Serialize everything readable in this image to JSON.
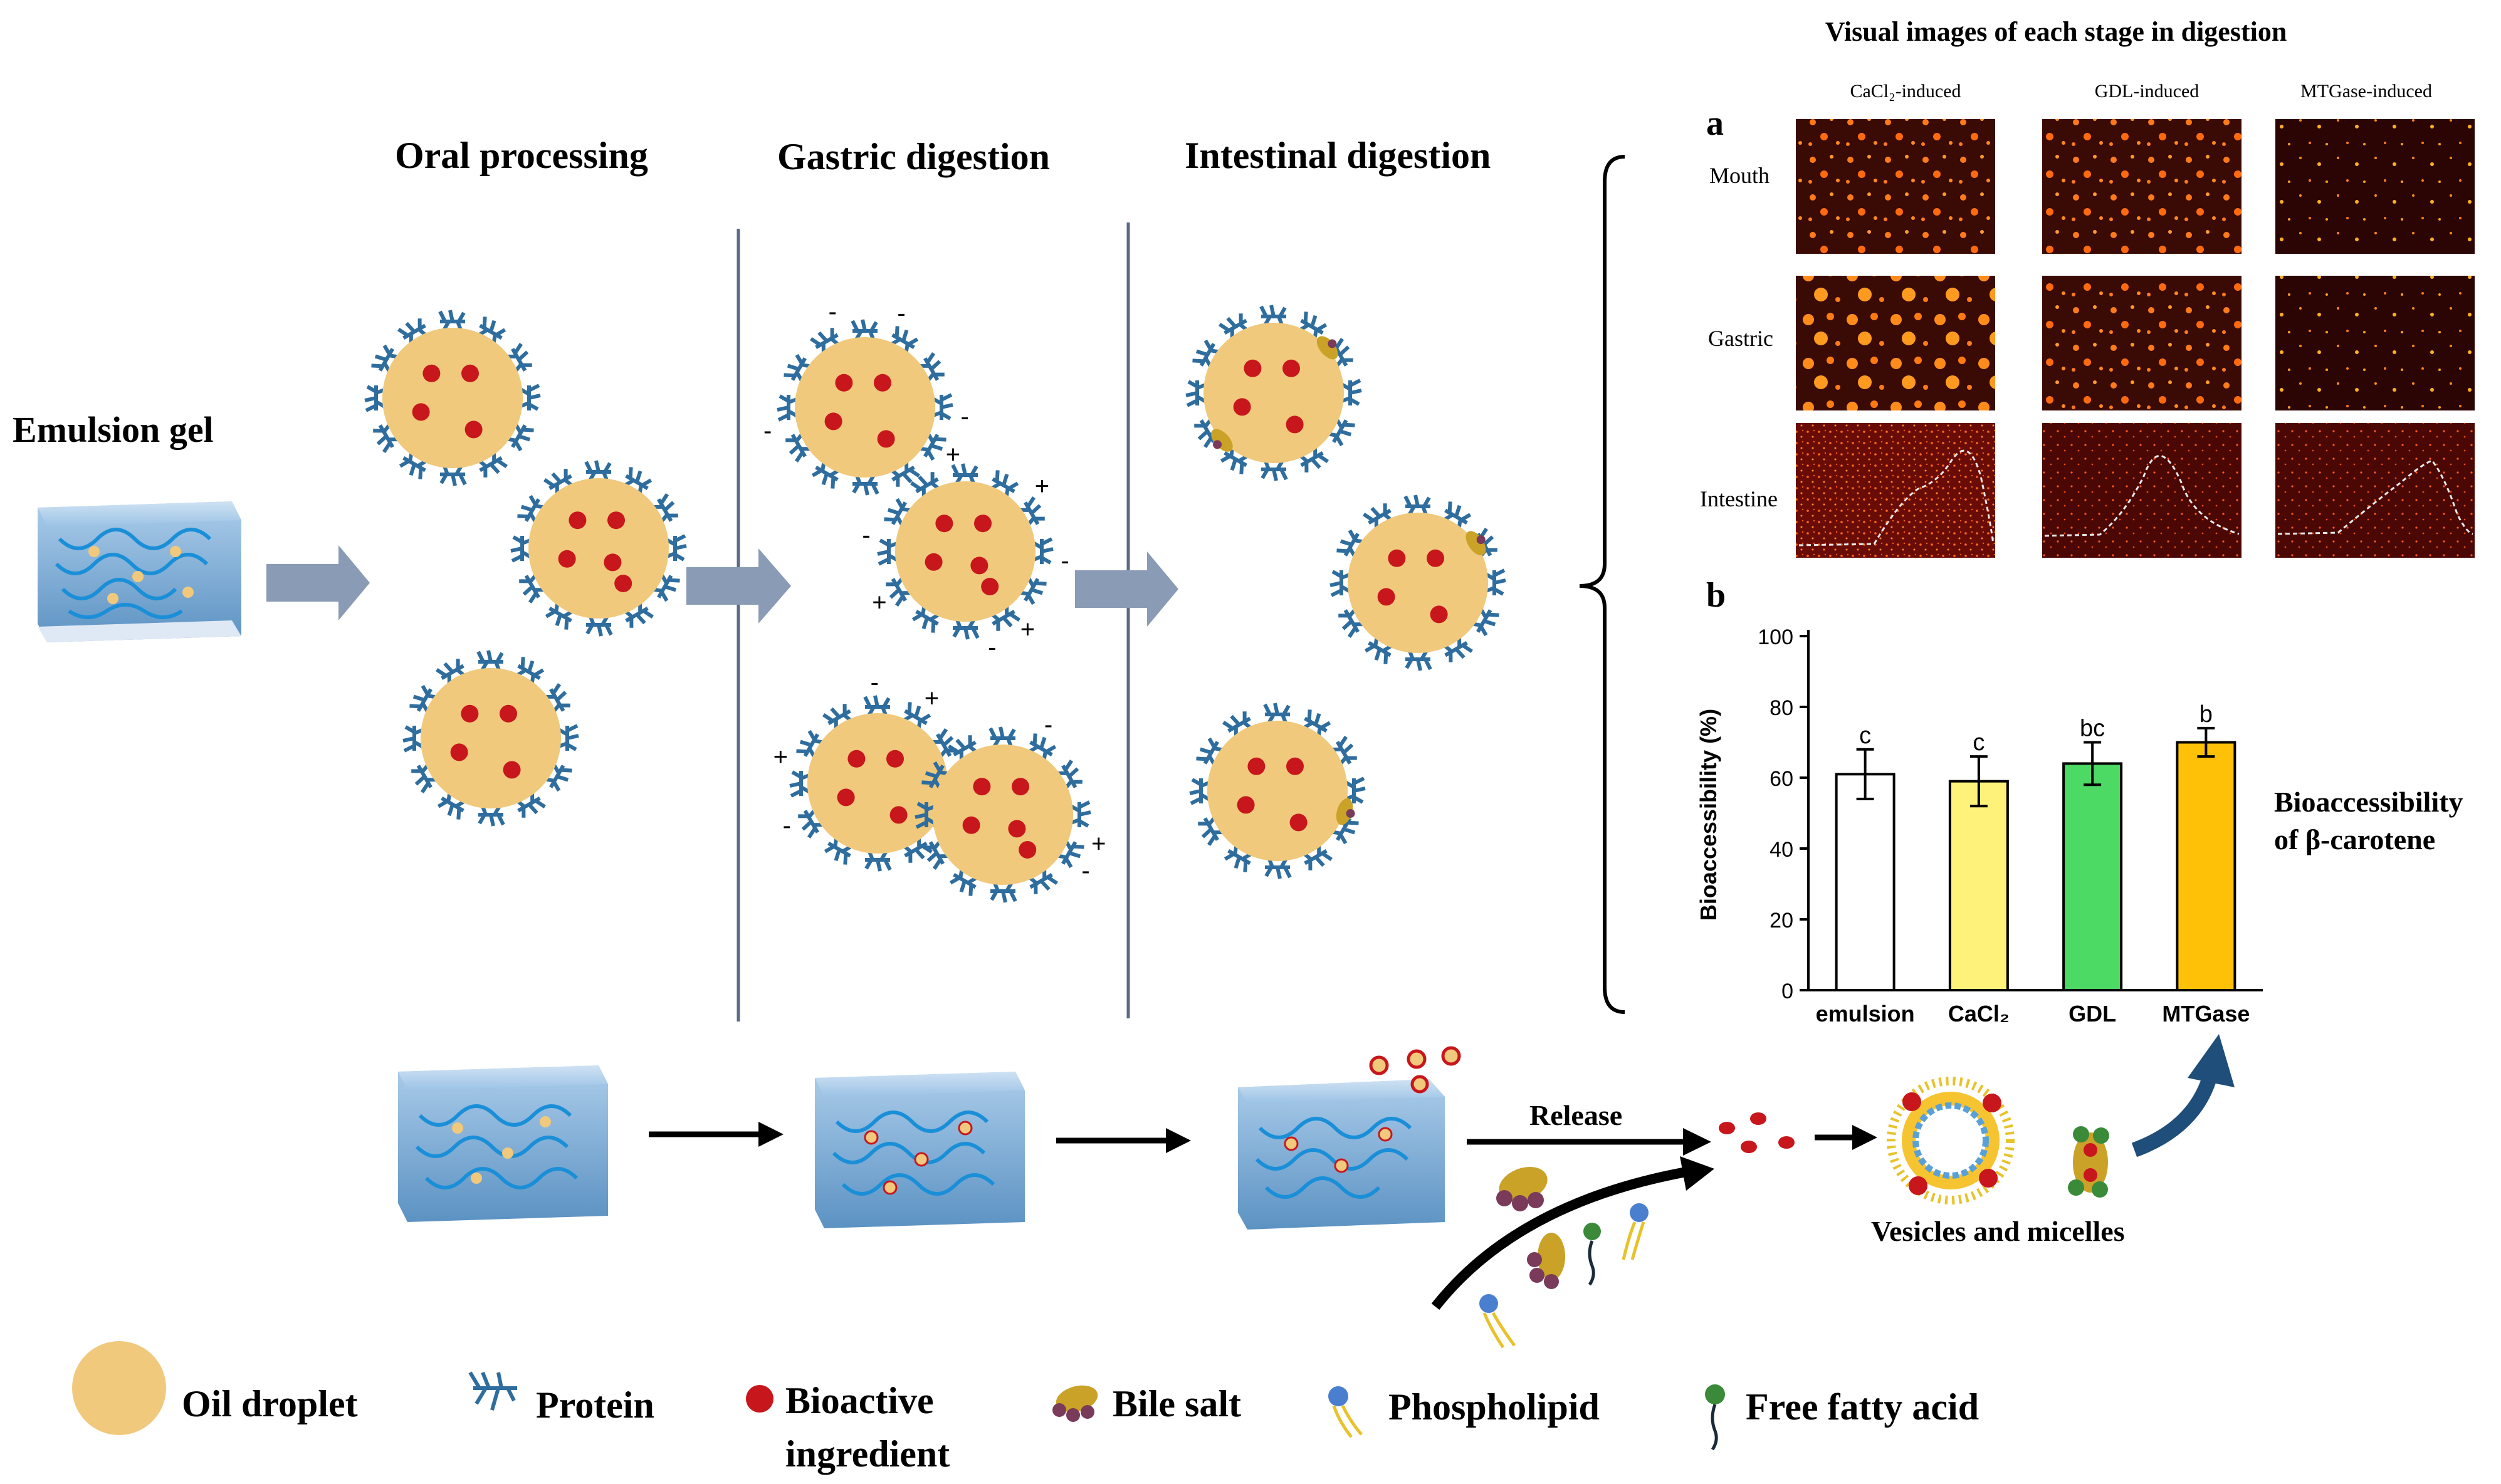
{
  "stages": {
    "emulsion_gel": "Emulsion gel",
    "oral": "Oral processing",
    "gastric": "Gastric digestion",
    "intestinal": "Intestinal digestion"
  },
  "right_panel": {
    "title": "Visual images of each stage in digestion",
    "panel_a_letter": "a",
    "panel_b_letter": "b",
    "columns": [
      "CaCl₂-induced",
      "GDL-induced",
      "MTGase-induced"
    ],
    "rows": [
      "Mouth",
      "Gastric",
      "Intestine"
    ],
    "side_label_line1": "Bioaccessibility",
    "side_label_line2": "of β-carotene"
  },
  "flow": {
    "release": "Release",
    "vesicles": "Vesicles and micelles"
  },
  "legend": {
    "oil_droplet": "Oil droplet",
    "protein": "Protein",
    "bioactive_line1": "Bioactive",
    "bioactive_line2": "ingredient",
    "bile_salt": "Bile salt",
    "phospholipid": "Phospholipid",
    "free_fatty_acid": "Free fatty acid"
  },
  "colors": {
    "oil": "#f0c97c",
    "protein": "#2e6d9e",
    "bioactive": "#c8161d",
    "arrow_gray": "#8a9bb5",
    "gel_blue": "#6fa8dc",
    "emulsion_bar": "#ffffff",
    "cacl2_bar": "#fff27a",
    "gdl_bar": "#4cd964",
    "mtgase_bar": "#ffc107"
  },
  "chart_data": {
    "type": "bar",
    "categories": [
      "emulsion",
      "CaCl₂",
      "GDL",
      "MTGase"
    ],
    "values": [
      61,
      59,
      64,
      70
    ],
    "errors": [
      7,
      7,
      6,
      4
    ],
    "letters": [
      "c",
      "c",
      "bc",
      "b"
    ],
    "ylabel": "Bioaccessibility (%)",
    "ylim": [
      0,
      100
    ],
    "yticks": [
      0,
      20,
      40,
      60,
      80,
      100
    ]
  }
}
